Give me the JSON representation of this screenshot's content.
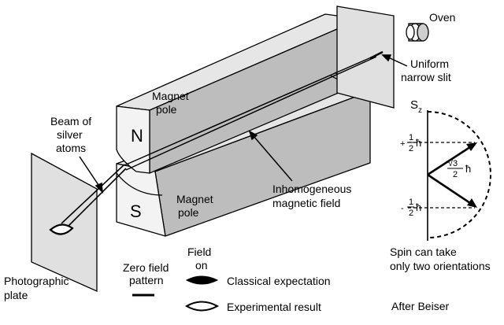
{
  "labels": {
    "oven": "Oven",
    "slit_line1": "Uniform",
    "slit_line2": "narrow slit",
    "magnet_pole_top_1": "Magnet",
    "magnet_pole_top_2": "pole",
    "north": "N",
    "south": "S",
    "magnet_pole_bottom_1": "Magnet",
    "magnet_pole_bottom_2": "pole",
    "beam_line1": "Beam of",
    "beam_line2": "silver",
    "beam_line3": "atoms",
    "inhomog_line1": "Inhomogeneous",
    "inhomog_line2": "magnetic field",
    "plate_line1": "Photographic",
    "plate_line2": "plate",
    "zero_line1": "Zero field",
    "zero_line2": "pattern",
    "fieldon_line1": "Field",
    "fieldon_line2": "on",
    "classical": "Classical expectation",
    "experimental": "Experimental result",
    "credit": "After Beiser"
  },
  "spin": {
    "axis_label": "S",
    "axis_sub": "z",
    "plus_sign": "+",
    "minus_sign": "-",
    "half_num": "1",
    "half_den": "2",
    "hbar": "ħ",
    "sqrt3": "√3",
    "mag_den": "2",
    "caption_line1": "Spin can take",
    "caption_line2": "only two orientations"
  }
}
